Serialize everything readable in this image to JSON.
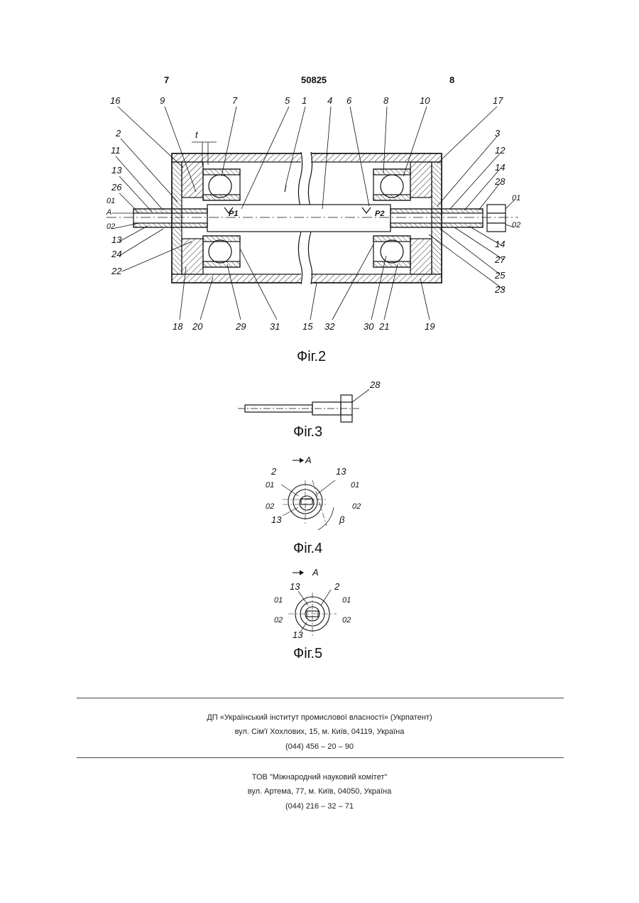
{
  "header": {
    "page_left": "7",
    "patent_number": "50825",
    "page_right": "8"
  },
  "fig2": {
    "caption": "Фіг.2",
    "top_labels": [
      "16",
      "9",
      "7",
      "5",
      "1",
      "4",
      "6",
      "8",
      "10",
      "17"
    ],
    "left_labels": [
      "2",
      "11",
      "13",
      "26"
    ],
    "left_axis": [
      "01",
      "A",
      "02"
    ],
    "left_lower": [
      "13",
      "24",
      "22"
    ],
    "right_labels": [
      "3",
      "12",
      "14",
      "28"
    ],
    "right_axis": [
      "01",
      "02"
    ],
    "right_lower": [
      "14",
      "27",
      "25",
      "23"
    ],
    "bottom_labels": [
      "18",
      "20",
      "29",
      "31",
      "15",
      "32",
      "30",
      "21",
      "19"
    ],
    "inner": {
      "t": "t",
      "I": "I",
      "p1": "P1",
      "p2": "P2"
    }
  },
  "fig3": {
    "caption": "Фіг.3",
    "label": "28"
  },
  "fig4": {
    "caption": "Фіг.4",
    "view": "A",
    "labels": {
      "tl": "2",
      "tr": "13",
      "l1": "01",
      "r1": "01",
      "l2": "02",
      "r2": "02",
      "bl": "13",
      "beta": "β"
    }
  },
  "fig5": {
    "caption": "Фіг.5",
    "view": "A",
    "labels": {
      "tl": "13",
      "tr": "2",
      "l1": "01",
      "r1": "01",
      "l2": "02",
      "r2": "02",
      "bl": "13"
    }
  },
  "footer": {
    "block1": [
      "ДП «Український інститут промислової власності» (Укрпатент)",
      "вул. Сім'ї Хохлових, 15, м. Київ, 04119, Україна",
      "(044) 456 – 20 – 90"
    ],
    "block2": [
      "ТОВ \"Міжнародний науковий комітет\"",
      "вул. Артема, 77, м. Київ, 04050, Україна",
      "(044) 216 – 32 – 71"
    ]
  }
}
